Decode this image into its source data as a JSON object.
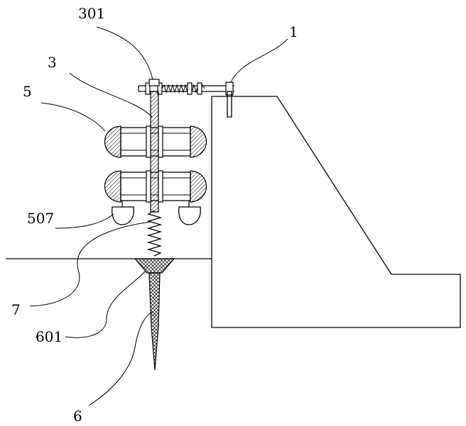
{
  "labels": {
    "l301": "301",
    "l1": "1",
    "l3": "3",
    "l5": "5",
    "l507": "507",
    "l7": "7",
    "l601": "601",
    "l6": "6"
  },
  "colors": {
    "line": "#000000",
    "background": "#ffffff"
  }
}
